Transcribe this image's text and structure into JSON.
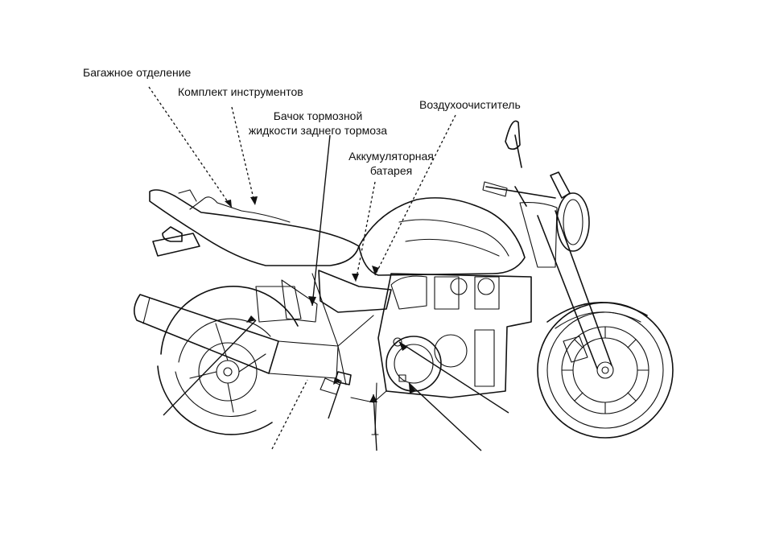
{
  "labels": {
    "luggage": "Багажное отделение",
    "toolkit": "Комплект инструментов",
    "brake_reservoir_line1": "Бачок тормозной",
    "brake_reservoir_line2": "жидкости заднего тормоза",
    "air_cleaner": "Воздухоочиститель",
    "battery_line1": "Аккумуляторная",
    "battery_line2": "батарея"
  }
}
